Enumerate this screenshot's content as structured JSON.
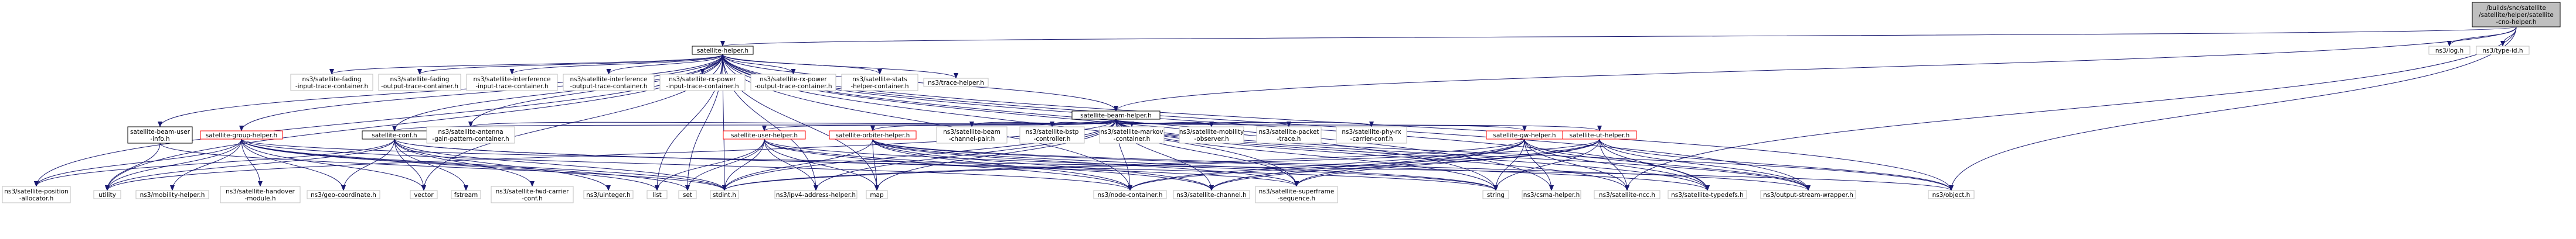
{
  "colors": {
    "edge": "#191970",
    "box_gray_stroke": "#bfbfbf",
    "box_black_stroke": "#000000",
    "box_red_stroke": "#ff0000",
    "root_fill": "#bfbfbf",
    "node_fill": "#ffffff"
  },
  "nodes": [
    {
      "id": "root",
      "lines": [
        "/builds/snc/satellite",
        "/satellite/helper/satellite",
        "-cno-helper.h"
      ],
      "style": "root"
    },
    {
      "id": "sathelper",
      "lines": [
        "satellite-helper.h"
      ],
      "style": "black"
    },
    {
      "id": "log",
      "lines": [
        "ns3/log.h"
      ],
      "style": "gray"
    },
    {
      "id": "typeid",
      "lines": [
        "ns3/type-id.h"
      ],
      "style": "gray"
    },
    {
      "id": "fadinginput",
      "lines": [
        "ns3/satellite-fading",
        "-input-trace-container.h"
      ],
      "style": "gray"
    },
    {
      "id": "fadingoutput",
      "lines": [
        "ns3/satellite-fading",
        "-output-trace-container.h"
      ],
      "style": "gray"
    },
    {
      "id": "interfinput",
      "lines": [
        "ns3/satellite-interference",
        "-input-trace-container.h"
      ],
      "style": "gray"
    },
    {
      "id": "interfoutput",
      "lines": [
        "ns3/satellite-interference",
        "-output-trace-container.h"
      ],
      "style": "gray"
    },
    {
      "id": "rxpowerinput",
      "lines": [
        "ns3/satellite-rx-power",
        "-input-trace-container.h"
      ],
      "style": "gray"
    },
    {
      "id": "rxpoweroutput",
      "lines": [
        "ns3/satellite-rx-power",
        "-output-trace-container.h"
      ],
      "style": "gray"
    },
    {
      "id": "stats",
      "lines": [
        "ns3/satellite-stats",
        "-helper-container.h"
      ],
      "style": "gray"
    },
    {
      "id": "tracehelper",
      "lines": [
        "ns3/trace-helper.h"
      ],
      "style": "gray"
    },
    {
      "id": "beamhelper",
      "lines": [
        "satellite-beam-helper.h"
      ],
      "style": "black"
    },
    {
      "id": "beamuser",
      "lines": [
        "satellite-beam-user",
        "-info.h"
      ],
      "style": "black"
    },
    {
      "id": "grouphelper",
      "lines": [
        "satellite-group-helper.h"
      ],
      "style": "red"
    },
    {
      "id": "conf",
      "lines": [
        "satellite-conf.h"
      ],
      "style": "black"
    },
    {
      "id": "antenna",
      "lines": [
        "ns3/satellite-antenna",
        "-gain-pattern-container.h"
      ],
      "style": "gray"
    },
    {
      "id": "userhelper",
      "lines": [
        "satellite-user-helper.h"
      ],
      "style": "red"
    },
    {
      "id": "orbiterhelper",
      "lines": [
        "satellite-orbiter-helper.h"
      ],
      "style": "red"
    },
    {
      "id": "beamchannel",
      "lines": [
        "ns3/satellite-beam",
        "-channel-pair.h"
      ],
      "style": "gray"
    },
    {
      "id": "bstp",
      "lines": [
        "ns3/satellite-bstp",
        "-controller.h"
      ],
      "style": "gray"
    },
    {
      "id": "markov",
      "lines": [
        "ns3/satellite-markov",
        "-container.h"
      ],
      "style": "gray"
    },
    {
      "id": "mobobs",
      "lines": [
        "ns3/satellite-mobility",
        "-observer.h"
      ],
      "style": "gray"
    },
    {
      "id": "packettrace",
      "lines": [
        "ns3/satellite-packet",
        "-trace.h"
      ],
      "style": "gray"
    },
    {
      "id": "phyrx",
      "lines": [
        "ns3/satellite-phy-rx",
        "-carrier-conf.h"
      ],
      "style": "gray"
    },
    {
      "id": "gwhelper",
      "lines": [
        "satellite-gw-helper.h"
      ],
      "style": "red"
    },
    {
      "id": "uthelper",
      "lines": [
        "satellite-ut-helper.h"
      ],
      "style": "red"
    },
    {
      "id": "posalloc",
      "lines": [
        "ns3/satellite-position",
        "-allocator.h"
      ],
      "style": "gray"
    },
    {
      "id": "utility",
      "lines": [
        "utility"
      ],
      "style": "gray"
    },
    {
      "id": "mobhelper",
      "lines": [
        "ns3/mobility-helper.h"
      ],
      "style": "gray"
    },
    {
      "id": "handover",
      "lines": [
        "ns3/satellite-handover",
        "-module.h"
      ],
      "style": "gray"
    },
    {
      "id": "geocoord",
      "lines": [
        "ns3/geo-coordinate.h"
      ],
      "style": "gray"
    },
    {
      "id": "vector",
      "lines": [
        "vector"
      ],
      "style": "gray"
    },
    {
      "id": "fstream",
      "lines": [
        "fstream"
      ],
      "style": "gray"
    },
    {
      "id": "fwdcarrier",
      "lines": [
        "ns3/satellite-fwd-carrier",
        "-conf.h"
      ],
      "style": "gray"
    },
    {
      "id": "uinteger",
      "lines": [
        "ns3/uinteger.h"
      ],
      "style": "gray"
    },
    {
      "id": "list",
      "lines": [
        "list"
      ],
      "style": "gray"
    },
    {
      "id": "set",
      "lines": [
        "set"
      ],
      "style": "gray"
    },
    {
      "id": "stdint",
      "lines": [
        "stdint.h"
      ],
      "style": "gray"
    },
    {
      "id": "ipv4",
      "lines": [
        "ns3/ipv4-address-helper.h"
      ],
      "style": "gray"
    },
    {
      "id": "map",
      "lines": [
        "map"
      ],
      "style": "gray"
    },
    {
      "id": "nodecont",
      "lines": [
        "ns3/node-container.h"
      ],
      "style": "gray"
    },
    {
      "id": "satchannel",
      "lines": [
        "ns3/satellite-channel.h"
      ],
      "style": "gray"
    },
    {
      "id": "superframe",
      "lines": [
        "ns3/satellite-superframe",
        "-sequence.h"
      ],
      "style": "gray"
    },
    {
      "id": "string",
      "lines": [
        "string"
      ],
      "style": "gray"
    },
    {
      "id": "csma",
      "lines": [
        "ns3/csma-helper.h"
      ],
      "style": "gray"
    },
    {
      "id": "ncc",
      "lines": [
        "ns3/satellite-ncc.h"
      ],
      "style": "gray"
    },
    {
      "id": "typedefs",
      "lines": [
        "ns3/satellite-typedefs.h"
      ],
      "style": "gray"
    },
    {
      "id": "outstream",
      "lines": [
        "ns3/output-stream-wrapper.h"
      ],
      "style": "gray"
    },
    {
      "id": "object",
      "lines": [
        "ns3/object.h"
      ],
      "style": "gray"
    }
  ],
  "edges": [
    [
      "root",
      "sathelper"
    ],
    [
      "root",
      "log"
    ],
    [
      "root",
      "typeid"
    ],
    [
      "root",
      "object"
    ],
    [
      "root",
      "ncc"
    ],
    [
      "root",
      "beamhelper"
    ],
    [
      "sathelper",
      "fadinginput"
    ],
    [
      "sathelper",
      "fadingoutput"
    ],
    [
      "sathelper",
      "interfinput"
    ],
    [
      "sathelper",
      "interfoutput"
    ],
    [
      "sathelper",
      "rxpowerinput"
    ],
    [
      "sathelper",
      "rxpoweroutput"
    ],
    [
      "sathelper",
      "stats"
    ],
    [
      "sathelper",
      "tracehelper"
    ],
    [
      "sathelper",
      "beamhelper"
    ],
    [
      "sathelper",
      "beamuser"
    ],
    [
      "sathelper",
      "grouphelper"
    ],
    [
      "sathelper",
      "conf"
    ],
    [
      "sathelper",
      "antenna"
    ],
    [
      "sathelper",
      "posalloc"
    ],
    [
      "sathelper",
      "utility"
    ],
    [
      "sathelper",
      "vector"
    ],
    [
      "sathelper",
      "list"
    ],
    [
      "sathelper",
      "set"
    ],
    [
      "sathelper",
      "stdint"
    ],
    [
      "sathelper",
      "ipv4"
    ],
    [
      "sathelper",
      "map"
    ],
    [
      "sathelper",
      "nodecont"
    ],
    [
      "sathelper",
      "superframe"
    ],
    [
      "sathelper",
      "string"
    ],
    [
      "sathelper",
      "csma"
    ],
    [
      "sathelper",
      "typedefs"
    ],
    [
      "sathelper",
      "outstream"
    ],
    [
      "sathelper",
      "object"
    ],
    [
      "beamhelper",
      "antenna"
    ],
    [
      "beamhelper",
      "userhelper"
    ],
    [
      "beamhelper",
      "orbiterhelper"
    ],
    [
      "beamhelper",
      "beamchannel"
    ],
    [
      "beamhelper",
      "bstp"
    ],
    [
      "beamhelper",
      "markov"
    ],
    [
      "beamhelper",
      "mobobs"
    ],
    [
      "beamhelper",
      "packettrace"
    ],
    [
      "beamhelper",
      "phyrx"
    ],
    [
      "beamhelper",
      "gwhelper"
    ],
    [
      "beamhelper",
      "uthelper"
    ],
    [
      "beamhelper",
      "utility"
    ],
    [
      "beamhelper",
      "conf"
    ],
    [
      "beamhelper",
      "stdint"
    ],
    [
      "beamhelper",
      "map"
    ],
    [
      "beamhelper",
      "ipv4"
    ],
    [
      "beamhelper",
      "nodecont"
    ],
    [
      "beamhelper",
      "satchannel"
    ],
    [
      "beamhelper",
      "superframe"
    ],
    [
      "beamhelper",
      "string"
    ],
    [
      "beamhelper",
      "ncc"
    ],
    [
      "beamhelper",
      "typedefs"
    ],
    [
      "beamhelper",
      "outstream"
    ],
    [
      "beamhelper",
      "object"
    ],
    [
      "beamuser",
      "utility"
    ],
    [
      "beamuser",
      "stdint"
    ],
    [
      "grouphelper",
      "posalloc"
    ],
    [
      "grouphelper",
      "utility"
    ],
    [
      "grouphelper",
      "mobhelper"
    ],
    [
      "grouphelper",
      "handover"
    ],
    [
      "grouphelper",
      "geocoord"
    ],
    [
      "grouphelper",
      "vector"
    ],
    [
      "grouphelper",
      "list"
    ],
    [
      "grouphelper",
      "set"
    ],
    [
      "grouphelper",
      "stdint"
    ],
    [
      "grouphelper",
      "nodecont"
    ],
    [
      "grouphelper",
      "object"
    ],
    [
      "conf",
      "geocoord"
    ],
    [
      "conf",
      "vector"
    ],
    [
      "conf",
      "fstream"
    ],
    [
      "conf",
      "fwdcarrier"
    ],
    [
      "conf",
      "uinteger"
    ],
    [
      "conf",
      "superframe"
    ],
    [
      "conf",
      "stdint"
    ],
    [
      "conf",
      "utility"
    ],
    [
      "conf",
      "posalloc"
    ],
    [
      "conf",
      "string"
    ],
    [
      "userhelper",
      "stdint"
    ],
    [
      "userhelper",
      "map"
    ],
    [
      "userhelper",
      "ipv4"
    ],
    [
      "userhelper",
      "nodecont"
    ],
    [
      "userhelper",
      "satchannel"
    ],
    [
      "userhelper",
      "string"
    ],
    [
      "userhelper",
      "set"
    ],
    [
      "userhelper",
      "list"
    ],
    [
      "orbiterhelper",
      "map"
    ],
    [
      "orbiterhelper",
      "stdint"
    ],
    [
      "orbiterhelper",
      "nodecont"
    ],
    [
      "orbiterhelper",
      "satchannel"
    ],
    [
      "orbiterhelper",
      "superframe"
    ],
    [
      "orbiterhelper",
      "string"
    ],
    [
      "orbiterhelper",
      "typedefs"
    ],
    [
      "orbiterhelper",
      "outstream"
    ],
    [
      "gwhelper",
      "stdint"
    ],
    [
      "gwhelper",
      "nodecont"
    ],
    [
      "gwhelper",
      "satchannel"
    ],
    [
      "gwhelper",
      "superframe"
    ],
    [
      "gwhelper",
      "string"
    ],
    [
      "gwhelper",
      "csma"
    ],
    [
      "gwhelper",
      "ncc"
    ],
    [
      "gwhelper",
      "typedefs"
    ],
    [
      "gwhelper",
      "outstream"
    ],
    [
      "uthelper",
      "stdint"
    ],
    [
      "uthelper",
      "nodecont"
    ],
    [
      "uthelper",
      "satchannel"
    ],
    [
      "uthelper",
      "superframe"
    ],
    [
      "uthelper",
      "string"
    ],
    [
      "uthelper",
      "ncc"
    ],
    [
      "uthelper",
      "typedefs"
    ],
    [
      "uthelper",
      "outstream"
    ],
    [
      "uthelper",
      "object"
    ]
  ]
}
